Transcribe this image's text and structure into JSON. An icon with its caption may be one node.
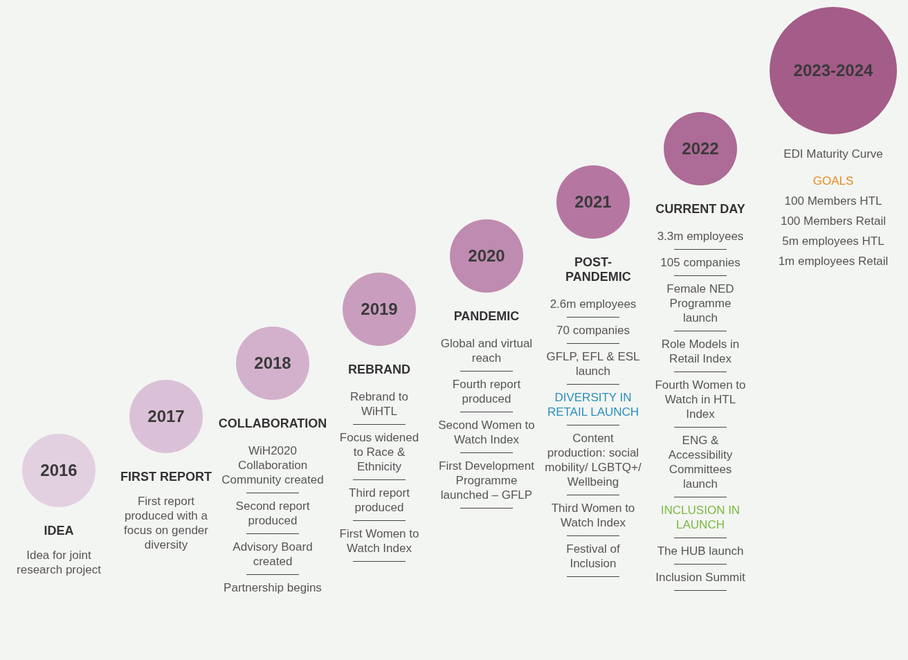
{
  "diagram": {
    "nodes": [
      {
        "text": [
          "2016",
          "IDEA"
        ],
        "beside": [
          "Idea for joint research project"
        ]
      },
      {
        "text": [
          "2017",
          "FIRST REPORT"
        ],
        "beside": [
          "First report produced with a focus on gender diversity"
        ]
      },
      {
        "text": [
          "2018",
          "COLLABORATION"
        ],
        "beside": [
          "WiH2020 Collaboration Community created",
          "Second report produced",
          "Advisory Board created",
          "Partnership begins"
        ]
      },
      {
        "text": [
          "2019",
          "REBRAND"
        ],
        "beside": [
          "Rebrand to WiHTL",
          "Focus widened to Race & Ethnicity",
          "Third report produced",
          "First Women to Watch Index"
        ]
      },
      {
        "text": [
          "2020",
          "PANDEMIC"
        ],
        "beside": [
          "Global and virtual reach",
          "Fourth report produced",
          "Second Women to Watch Index",
          "First Development Programme launched – GFLP"
        ]
      },
      {
        "text": [
          "2021",
          "POST-PANDEMIC"
        ],
        "beside": [
          "2.6m employees",
          "70 companies",
          "GFLP, EFL & ESL launch",
          "DIVERSITY IN RETAIL LAUNCH",
          "Content production: social mobility/ LGBTQ+/ Wellbeing",
          "Third Women to Watch Index",
          "Festival of Inclusion"
        ]
      },
      {
        "text": [
          "2022",
          "CURRENT DAY"
        ],
        "beside": [
          "3.3m employees",
          "105 companies",
          "Female NED Programme launch",
          "Role Models in Retail Index",
          "Fourth Women to Watch in HTL Index",
          "ENG & Accessibility Committees launch",
          "INCLUSION IN LAUNCH",
          "The HUB launch",
          "Inclusion Summit"
        ]
      },
      {
        "text": [
          "2023-2024"
        ],
        "beside": [
          "EDI Maturity Curve",
          "GOALS",
          "100 Members HTL",
          "100 Members Retail",
          "5m employees HTL",
          "1m employees Retail"
        ]
      }
    ]
  }
}
